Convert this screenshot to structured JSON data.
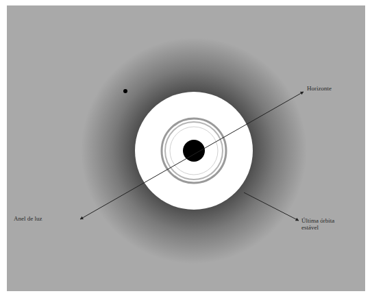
{
  "diagram": {
    "labels": [
      "Horizonte",
      "Anel de luz",
      "Última órbita estável"
    ]
  }
}
